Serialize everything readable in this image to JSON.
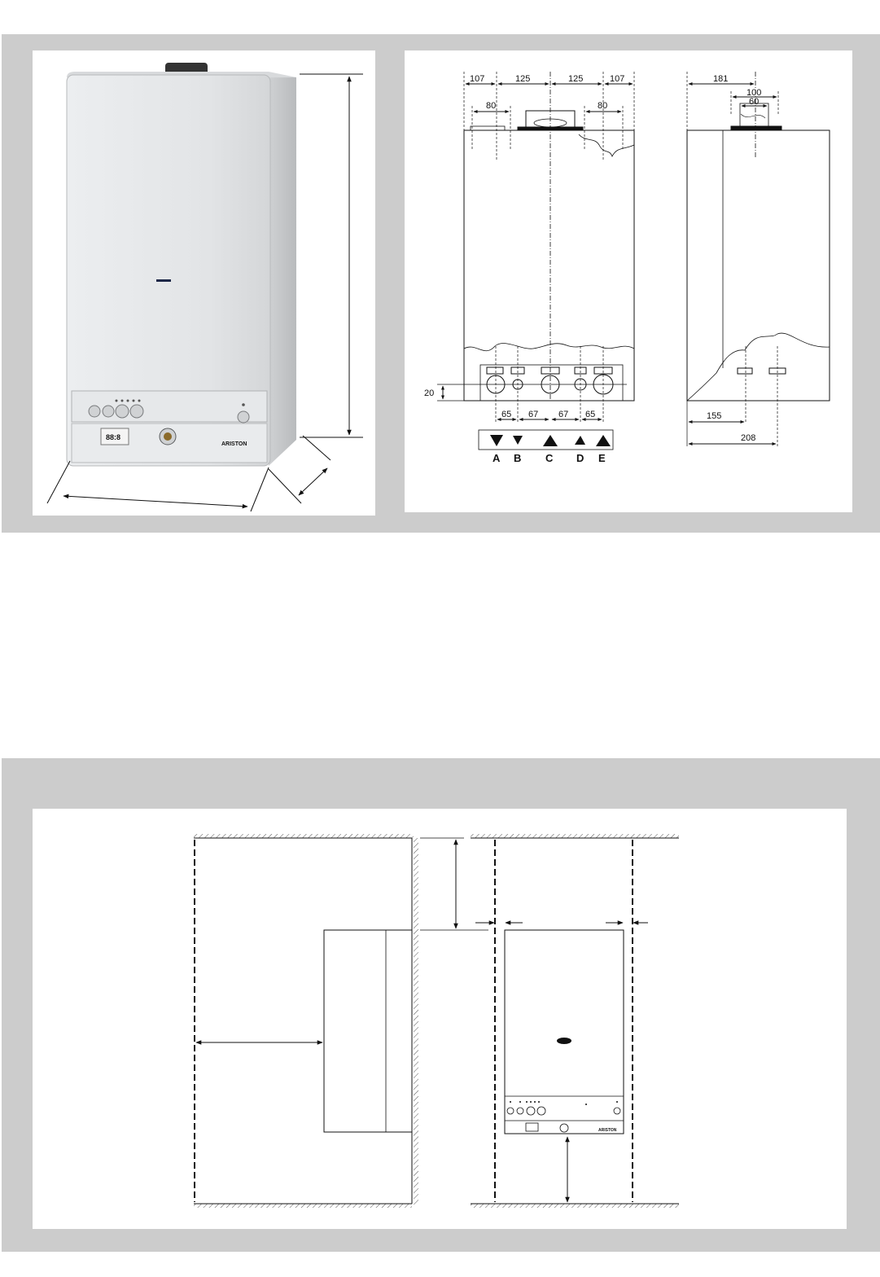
{
  "top_section": {
    "photo": {
      "brand": "ARISTON",
      "display": "88:8"
    },
    "front_view": {
      "top_dims": [
        "107",
        "125",
        "125",
        "107"
      ],
      "flue_dims": [
        "80",
        "80"
      ],
      "bottom_offset": "20",
      "connection_dims": [
        "65",
        "67",
        "67",
        "65"
      ],
      "connections": [
        {
          "label": "A",
          "direction": "down"
        },
        {
          "label": "B",
          "direction": "down"
        },
        {
          "label": "C",
          "direction": "up"
        },
        {
          "label": "D",
          "direction": "up"
        },
        {
          "label": "E",
          "direction": "up"
        }
      ]
    },
    "side_view": {
      "depth_dim": "181",
      "flue_dims": [
        "100",
        "60"
      ],
      "bottom_dims": [
        "155",
        "208"
      ]
    }
  },
  "bottom_section": {
    "front_mini": {
      "brand": "ARISTON"
    }
  },
  "colors": {
    "band": "#cccccc",
    "panel": "#ffffff",
    "line": "#111111",
    "boiler_body": "#e4e6e8"
  }
}
